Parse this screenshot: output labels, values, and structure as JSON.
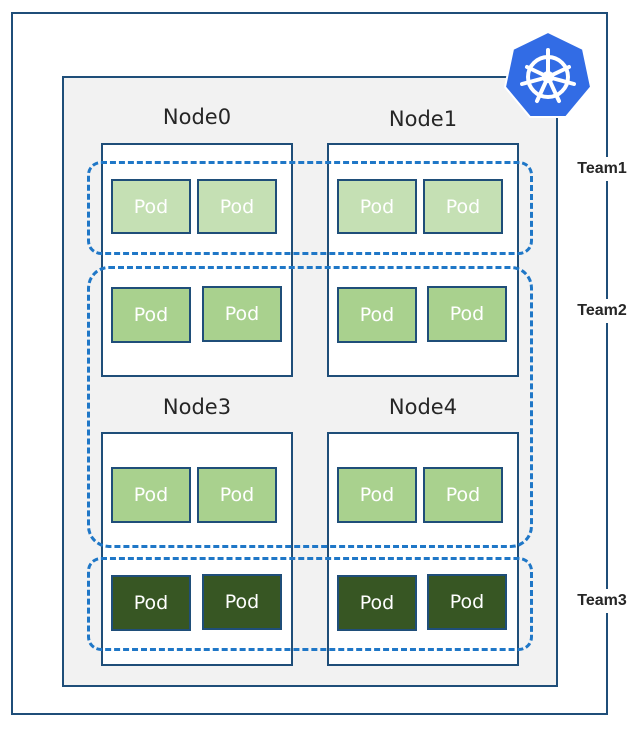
{
  "nodes": [
    {
      "label": "Node0"
    },
    {
      "label": "Node1"
    },
    {
      "label": "Node3"
    },
    {
      "label": "Node4"
    }
  ],
  "pod_label": "Pod",
  "teams": [
    {
      "label": "Team1"
    },
    {
      "label": "Team2"
    },
    {
      "label": "Team3"
    }
  ],
  "colors": {
    "border": "#1f4e79",
    "team_dash": "#1f77c7",
    "team1_pod": "#c5e0b4",
    "team2_pod": "#a9d18e",
    "team3_pod": "#375623",
    "cluster_bg": "#f2f2f2",
    "logo": "#326ce5"
  },
  "logo_icon": "kubernetes-helm-icon"
}
